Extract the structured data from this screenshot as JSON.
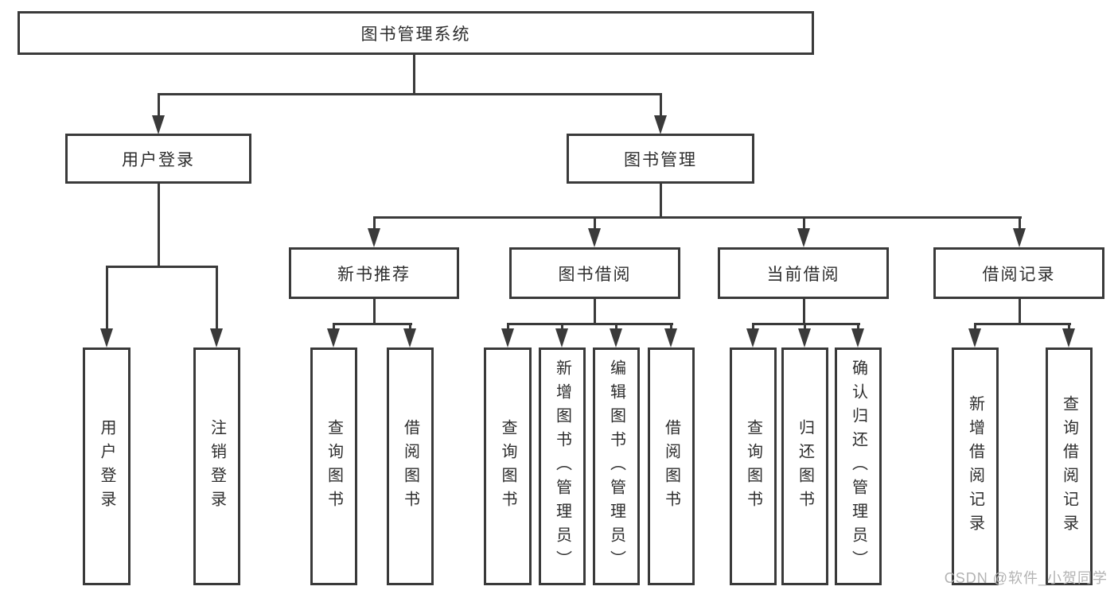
{
  "colors": {
    "line": "#3a3a3a",
    "text": "#2d2d2d",
    "box_bg": "#ffffff",
    "watermark": "#b3b3b3"
  },
  "tree": {
    "root": {
      "label": "图书管理系统",
      "children": [
        {
          "label": "用户登录",
          "children": [
            {
              "label": "用户登录"
            },
            {
              "label": "注销登录"
            }
          ]
        },
        {
          "label": "图书管理",
          "children": [
            {
              "label": "新书推荐",
              "children": [
                {
                  "label": "查询图书"
                },
                {
                  "label": "借阅图书"
                }
              ]
            },
            {
              "label": "图书借阅",
              "children": [
                {
                  "label": "查询图书"
                },
                {
                  "label": "新增图书（管理员）"
                },
                {
                  "label": "编辑图书（管理员）"
                },
                {
                  "label": "借阅图书"
                }
              ]
            },
            {
              "label": "当前借阅",
              "children": [
                {
                  "label": "查询图书"
                },
                {
                  "label": "归还图书"
                },
                {
                  "label": "确认归还（管理员）"
                }
              ]
            },
            {
              "label": "借阅记录",
              "children": [
                {
                  "label": "新增借阅记录"
                },
                {
                  "label": "查询借阅记录"
                }
              ]
            }
          ]
        }
      ]
    }
  },
  "watermark": "CSDN @软件_小贺同学"
}
